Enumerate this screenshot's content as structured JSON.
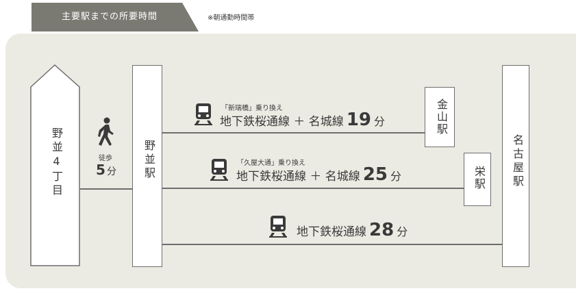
{
  "header": {
    "title": "主要駅までの所要時間",
    "note": "※朝通勤時間帯"
  },
  "origin": {
    "label": "野並4丁目"
  },
  "walk": {
    "label": "徒歩",
    "minutes": "5",
    "unit": "分"
  },
  "stations": {
    "nonami": "野並駅",
    "kanayama": "金山駅",
    "sakae": "栄駅",
    "nagoya": "名古屋駅"
  },
  "routes": [
    {
      "transfer": "「新瑞橋」乗り換え",
      "lines": "地下鉄桜通線 ＋ 名城線",
      "minutes": "19",
      "unit": "分"
    },
    {
      "transfer": "「久屋大通」乗り換え",
      "lines": "地下鉄桜通線 ＋ 名城線",
      "minutes": "25",
      "unit": "分"
    },
    {
      "transfer": "",
      "lines": "地下鉄桜通線",
      "minutes": "28",
      "unit": "分"
    }
  ],
  "colors": {
    "tab": "#7a7a72",
    "panel": "#ecebe3",
    "stroke": "#6d6d6d",
    "text": "#3a3a3a"
  },
  "icons": [
    "train-icon",
    "walking-person-icon"
  ]
}
